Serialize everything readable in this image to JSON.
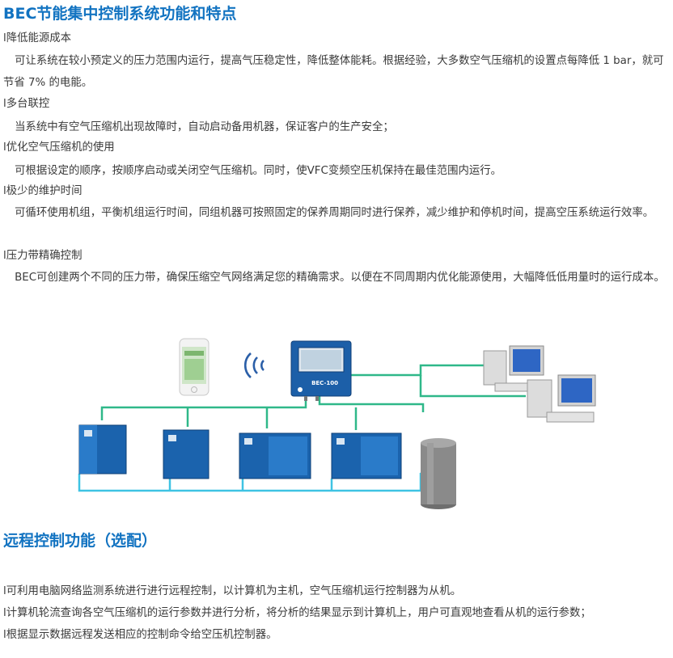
{
  "section1": {
    "title": "BEC节能集中控制系统功能和特点",
    "items": [
      {
        "heading": "l降低能源成本",
        "body": "可让系统在较小预定义的压力范围内运行，提高气压稳定性，降低整体能耗。根据经验，大多数空气压缩机的设置点每降低 1 bar，就可节省 7% 的电能。"
      },
      {
        "heading": "l多台联控",
        "body": "当系统中有空气压缩机出现故障时，自动启动备用机器，保证客户的生产安全；"
      },
      {
        "heading": "l优化空气压缩机的使用",
        "body": "可根据设定的顺序，按顺序启动或关闭空气压缩机。同时，使VFC变频空压机保持在最佳范围内运行。"
      },
      {
        "heading": "l极少的维护时间",
        "body": "可循环使用机组，平衡机组运行时间，同组机器可按照固定的保养周期同时进行保养，减少维护和停机时间，提高空压系统运行效率。"
      },
      {
        "heading": "l压力带精确控制",
        "body": "BEC可创建两个不同的压力带，确保压缩空气网络满足您的精确需求。以便在不同周期内优化能源使用，大幅降低低用量时的运行成本。"
      }
    ]
  },
  "diagram": {
    "controller_label": "BEC-100",
    "colors": {
      "line": "#2fb889",
      "cyan": "#3ec3e3",
      "controller": "#1c5fa8",
      "compressor": "#1b63ad"
    },
    "icons": [
      "smartphone-icon",
      "wifi-signal-icon",
      "controller-panel",
      "computer-icon",
      "compressor-icon",
      "air-tank-icon"
    ]
  },
  "section2": {
    "title": "远程控制功能（选配）",
    "lines": [
      "l可利用电脑网络监测系统进行进行远程控制，以计算机为主机，空气压缩机运行控制器为从机。",
      "l计算机轮流查询各空气压缩机的运行参数并进行分析，将分析的结果显示到计算机上，用户可直观地查看从机的运行参数；",
      "l根据显示数据远程发送相应的控制命令给空压机控制器。"
    ]
  }
}
